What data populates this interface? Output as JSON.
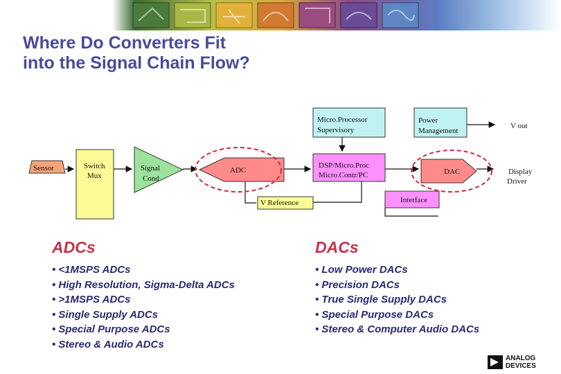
{
  "title": {
    "line1": "Where Do Converters Fit",
    "line2": "into the Signal Chain Flow?"
  },
  "banner": {
    "colors": [
      "#2f5e2c",
      "#6e8a30",
      "#a8b640",
      "#c9c84a",
      "#d8a838",
      "#cf7a30",
      "#b85a2a",
      "#7a3b7e",
      "#5c3c8a",
      "#5b7ec2",
      "#7fa8d8",
      "#9cc2e8"
    ],
    "icon_names": [
      "chip-image",
      "circuit-image",
      "dsp-image",
      "analog-image",
      "board-image",
      "mems-image",
      "signal-image"
    ]
  },
  "diagram": {
    "sensor": "Sensor",
    "switch_mux": {
      "line1": "Switch",
      "line2": "Mux"
    },
    "signal_cond": {
      "line1": "Signal",
      "line2": "Cond"
    },
    "adc": "ADC",
    "dsp": {
      "line1": "DSP/Micro.Proc",
      "line2": "Micro.Contr/PC"
    },
    "dac": "DAC",
    "display_driver": {
      "line1": "Display",
      "line2": "Driver"
    },
    "micro_supervisor": {
      "line1": "Micro.Processor",
      "line2": "Supervisory"
    },
    "power_management": {
      "line1": "Power",
      "line2": "Management"
    },
    "vout": "V out",
    "vref": "V Reference",
    "interface": "Interface",
    "colors": {
      "sensor": "#f5a578",
      "switch_mux": "#fbfb96",
      "signal_cond": "#9be39b",
      "adc": "#ff8a8a",
      "dsp": "#ff90ff",
      "dac": "#ff8a8a",
      "micro_supervisor": "#c0f2f2",
      "power_management": "#c0f2f2",
      "vref": "#fbfb96",
      "interface": "#ff90ff",
      "highlight": "#d0283a"
    }
  },
  "adcs": {
    "heading": "ADCs",
    "items": [
      "<1MSPS ADCs",
      "High Resolution, Sigma-Delta ADCs",
      ">1MSPS ADCs",
      "Single Supply ADCs",
      "Special Purpose ADCs",
      "Stereo & Audio ADCs"
    ]
  },
  "dacs": {
    "heading": "DACs",
    "items": [
      "Low Power DACs",
      "Precision DACs",
      "True Single Supply DACs",
      "Special Purpose DACs",
      "Stereo & Computer Audio DACs"
    ]
  },
  "logo": {
    "line1": "ANALOG",
    "line2": "DEVICES"
  }
}
